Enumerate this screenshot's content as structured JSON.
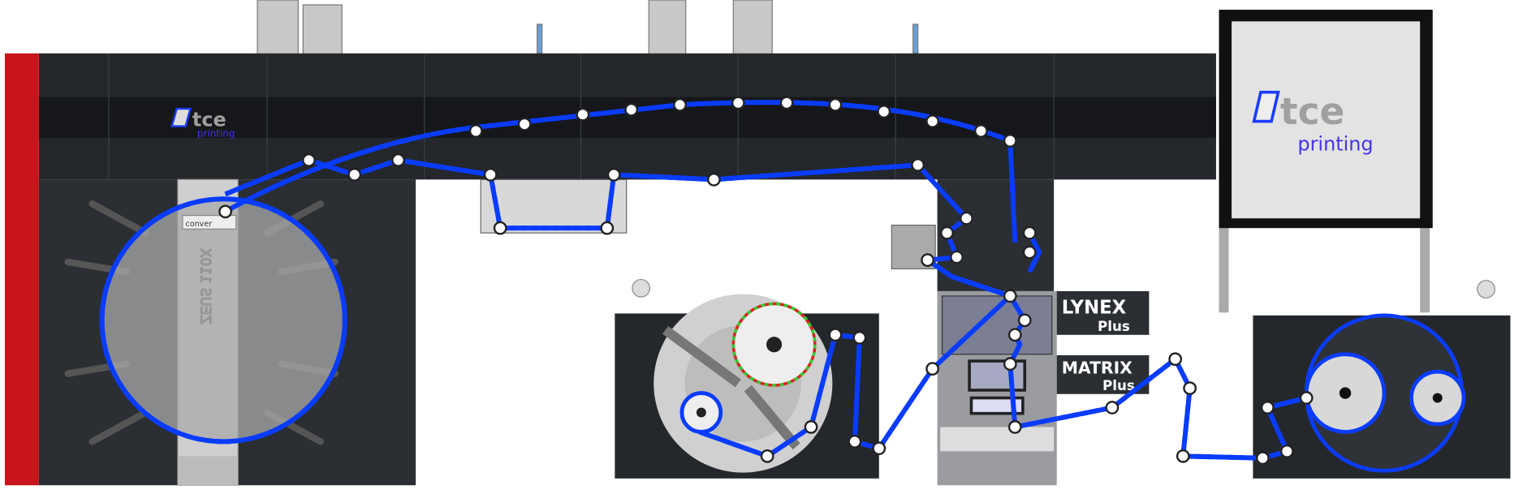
{
  "diagram": {
    "title": "TCE Printing press web path diagram",
    "housing_logo": {
      "brand": "tce",
      "sub": "printing"
    },
    "dryer_logo": {
      "brand": "tce",
      "sub": "printing"
    },
    "press_unit": {
      "model": "ZEUS 110X",
      "plate": "conver"
    },
    "lynex_badge": {
      "name": "LYNEX",
      "sub": "Plus"
    },
    "matrix_badge": {
      "name": "MATRIX",
      "sub": "Plus"
    },
    "colors": {
      "web_outer": "#0a3cff",
      "web_dash": "#33ccff",
      "housing": "#24272b",
      "accent_red": "#c8141c",
      "panel_gray": "#c9c9c9"
    }
  }
}
